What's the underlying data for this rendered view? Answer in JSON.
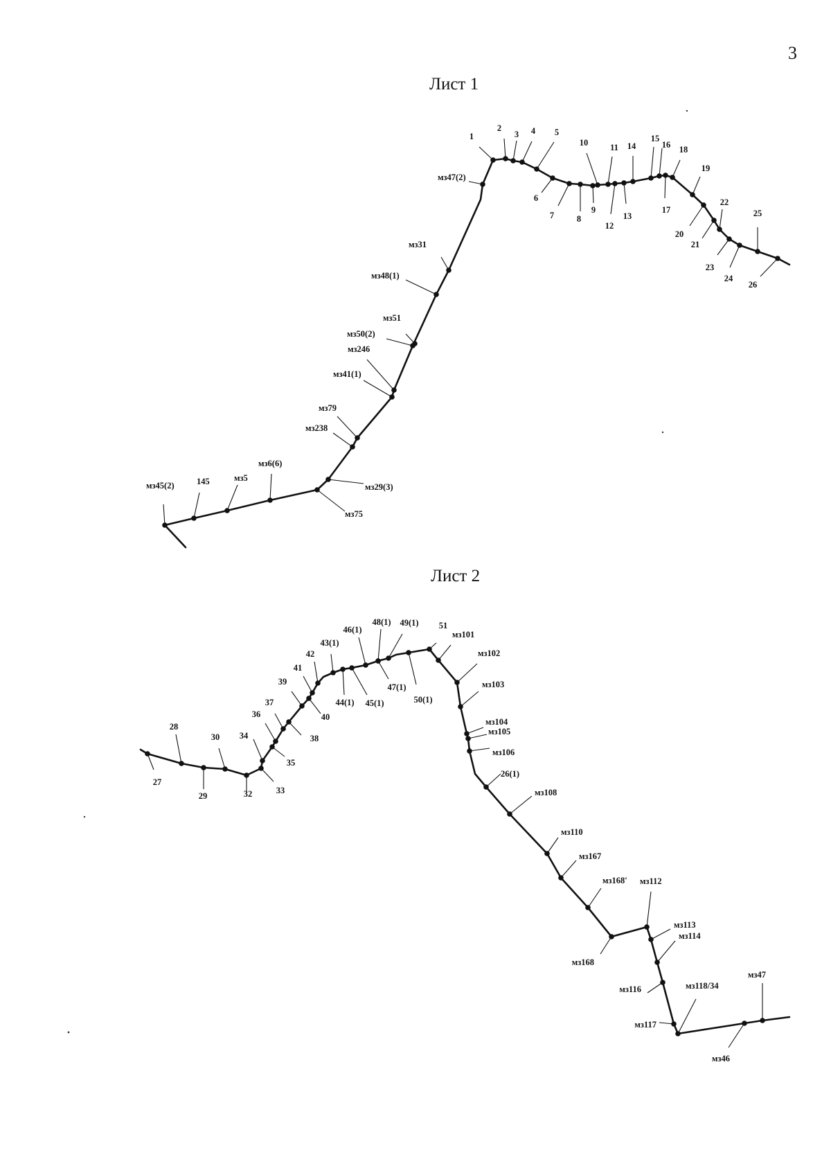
{
  "page_number": "3",
  "sheets": [
    {
      "title": "Лист 1",
      "points": {
        "p1": "1",
        "p2": "2",
        "p3": "3",
        "p4": "4",
        "p5": "5",
        "p6": "6",
        "p7": "7",
        "p8": "8",
        "p9": "9",
        "p10": "10",
        "p11": "11",
        "p12": "12",
        "p13": "13",
        "p14": "14",
        "p15": "15",
        "p16": "16",
        "p17": "17",
        "p18": "18",
        "p19": "19",
        "p20": "20",
        "p21": "21",
        "p22": "22",
        "p23": "23",
        "p24": "24",
        "p25": "25",
        "p26": "26",
        "mz47_2": "мз47(2)",
        "mz31": "мз31",
        "mz48_1": "мз48(1)",
        "mz51": "мз51",
        "mz50_2": "мз50(2)",
        "mz246": "мз246",
        "mz41_1": "мз41(1)",
        "mz79": "мз79",
        "mz238": "мз238",
        "mz29_3": "мз29(3)",
        "mz75": "мз75",
        "mz6_6": "мз6(6)",
        "mz5": "мз5",
        "p145": "145",
        "mz45_2": "мз45(2)"
      }
    },
    {
      "title": "Лист 2",
      "points": {
        "p27": "27",
        "p28": "28",
        "p29": "29",
        "p30": "30",
        "p32": "32",
        "p33": "33",
        "p34": "34",
        "p35": "35",
        "p36": "36",
        "p37": "37",
        "p38": "38",
        "p39": "39",
        "p40": "40",
        "p41": "41",
        "p42": "42",
        "p43_1": "43(1)",
        "p44_1": "44(1)",
        "p45_1": "45(1)",
        "p46_1": "46(1)",
        "p47_1": "47(1)",
        "p48_1": "48(1)",
        "p49_1": "49(1)",
        "p50_1": "50(1)",
        "p51": "51",
        "mz101": "мз101",
        "mz102": "мз102",
        "mz103": "мз103",
        "mz104": "мз104",
        "mz105": "мз105",
        "mz106": "мз106",
        "p26_1": "26(1)",
        "mz108": "мз108",
        "mz110": "мз110",
        "mz167": "мз167",
        "mz168p": "мз168'",
        "mz168": "мз168",
        "mz112": "мз112",
        "mz113": "мз113",
        "mz114": "мз114",
        "mz116": "мз116",
        "mz117": "мз117",
        "mz118_34": "мз118/34",
        "mz46": "мз46",
        "mz47": "мз47"
      }
    }
  ]
}
